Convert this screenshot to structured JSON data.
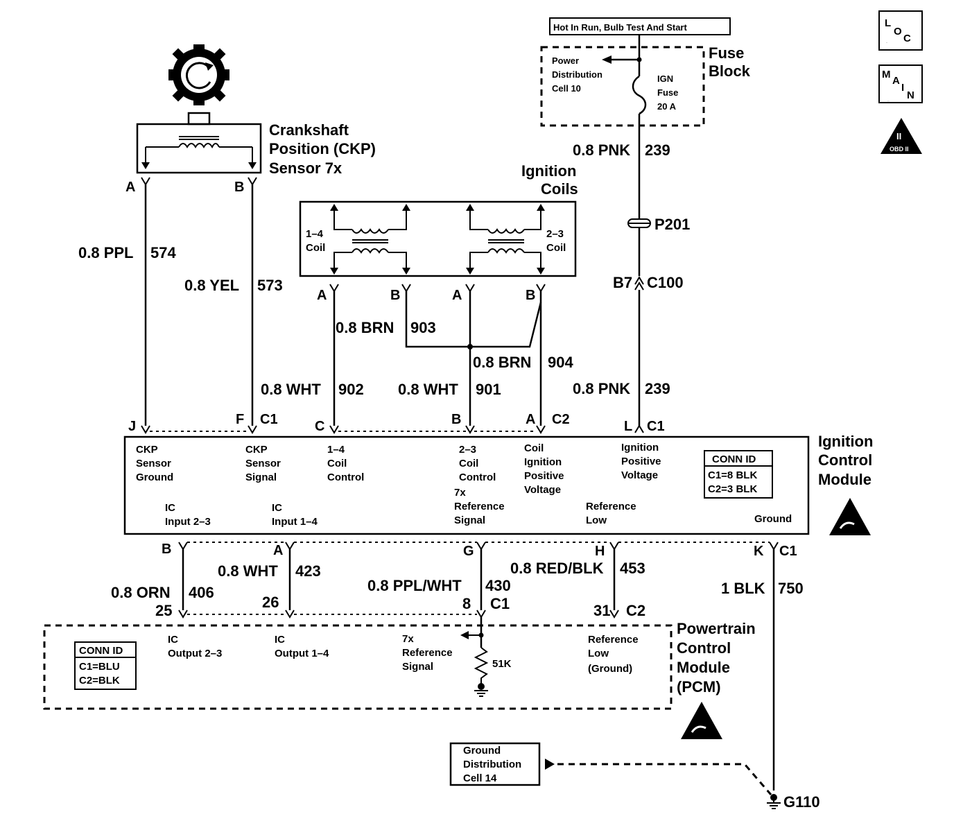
{
  "power": {
    "header": "Hot In Run, Bulb Test And Start",
    "fuse_block_line1": "Fuse",
    "fuse_block_line2": "Block",
    "pdc_line1": "Power",
    "pdc_line2": "Distribution",
    "pdc_line3": "Cell 10",
    "fuse_line1": "IGN",
    "fuse_line2": "Fuse",
    "fuse_line3": "20 A"
  },
  "badges": {
    "loc": "LOC",
    "main": "MAIN",
    "obd": "OBD II"
  },
  "ckp": {
    "name_line1": "Crankshaft",
    "name_line2": "Position (CKP)",
    "name_line3": "Sensor 7x",
    "pin_a": "A",
    "pin_b": "B"
  },
  "coils": {
    "title_line1": "Ignition",
    "title_line2": "Coils",
    "coil14_line1": "1–4",
    "coil14_line2": "Coil",
    "coil23_line1": "2–3",
    "coil23_line2": "Coil",
    "pin_a1": "A",
    "pin_b1": "B",
    "pin_a2": "A",
    "pin_b2": "B"
  },
  "wires_top": {
    "ppl": "0.8 PPL",
    "ppl_circuit": "574",
    "yel": "0.8 YEL",
    "yel_circuit": "573",
    "brn903": "0.8 BRN",
    "brn903_circuit": "903",
    "brn904": "0.8 BRN",
    "brn904_circuit": "904",
    "wht902": "0.8 WHT",
    "wht902_circuit": "902",
    "wht901": "0.8 WHT",
    "wht901_circuit": "901",
    "pnk_top": "0.8 PNK",
    "pnk_top_circuit": "239",
    "pnk_bot": "0.8 PNK",
    "pnk_bot_circuit": "239",
    "p201": "P201",
    "b7": "B7",
    "c100": "C100"
  },
  "icm_pins_top": {
    "j": "J",
    "f": "F",
    "c1a": "C1",
    "c": "C",
    "b": "B",
    "a": "A",
    "c2": "C2",
    "l": "L",
    "c1b": "C1"
  },
  "icm": {
    "title_line1": "Ignition",
    "title_line2": "Control",
    "title_line3": "Module",
    "ckp_ground_1": "CKP",
    "ckp_ground_2": "Sensor",
    "ckp_ground_3": "Ground",
    "ckp_signal_1": "CKP",
    "ckp_signal_2": "Sensor",
    "ckp_signal_3": "Signal",
    "coil14_1": "1–4",
    "coil14_2": "Coil",
    "coil14_3": "Control",
    "coil23_1": "2–3",
    "coil23_2": "Coil",
    "coil23_3": "Control",
    "cipv_1": "Coil",
    "cipv_2": "Ignition",
    "cipv_3": "Positive",
    "cipv_4": "Voltage",
    "ipv_1": "Ignition",
    "ipv_2": "Positive",
    "ipv_3": "Voltage",
    "conn_id": "CONN ID",
    "conn_c1": "C1=8 BLK",
    "conn_c2": "C2=3 BLK",
    "ic23_1": "IC",
    "ic23_2": "Input 2–3",
    "ic14_1": "IC",
    "ic14_2": "Input 1–4",
    "ref7x_1": "7x",
    "ref7x_2": "Reference",
    "ref7x_3": "Signal",
    "reflow_1": "Reference",
    "reflow_2": "Low",
    "ground": "Ground"
  },
  "icm_pins_bottom": {
    "b": "B",
    "a": "A",
    "g": "G",
    "h": "H",
    "k": "K",
    "c1": "C1"
  },
  "wires_bottom": {
    "wht423": "0.8 WHT",
    "wht423_circuit": "423",
    "orn": "0.8 ORN",
    "orn_circuit": "406",
    "pin25": "25",
    "pin26": "26",
    "pplwht": "0.8 PPL/WHT",
    "pplwht_circuit": "430",
    "pin8": "8",
    "c1": "C1",
    "redblk": "0.8 RED/BLK",
    "redblk_circuit": "453",
    "pin31": "31",
    "c2": "C2",
    "blk": "1 BLK",
    "blk_circuit": "750"
  },
  "pcm": {
    "title_line1": "Powertrain",
    "title_line2": "Control",
    "title_line3": "Module",
    "title_line4": "(PCM)",
    "conn_id": "CONN ID",
    "conn_c1": "C1=BLU",
    "conn_c2": "C2=BLK",
    "ic23_1": "IC",
    "ic23_2": "Output 2–3",
    "ic14_1": "IC",
    "ic14_2": "Output 1–4",
    "ref7x_1": "7x",
    "ref7x_2": "Reference",
    "ref7x_3": "Signal",
    "resistor": "51K",
    "reflow_1": "Reference",
    "reflow_2": "Low",
    "reflow_3": "(Ground)"
  },
  "ground": {
    "gdc_line1": "Ground",
    "gdc_line2": "Distribution",
    "gdc_line3": "Cell 14",
    "g110": "G110"
  }
}
